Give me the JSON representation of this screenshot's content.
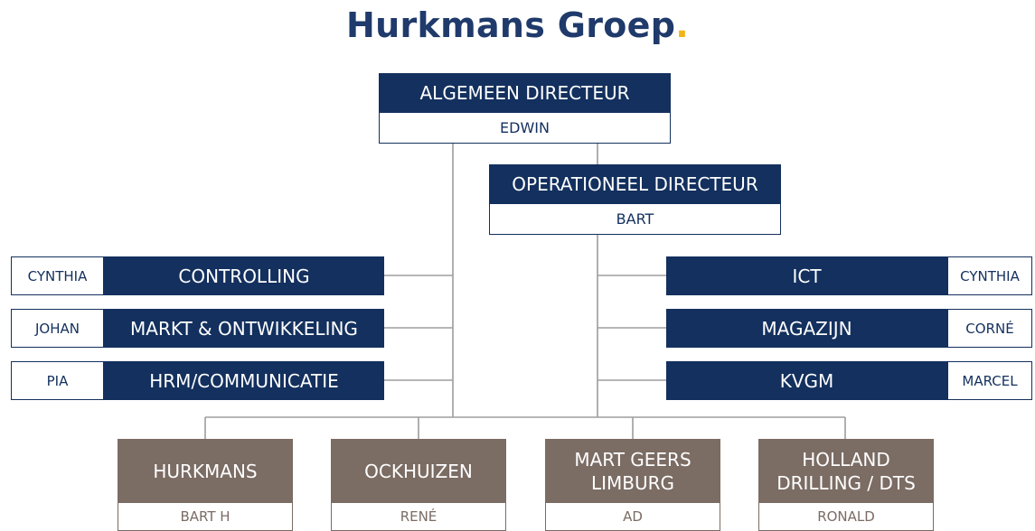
{
  "brand": {
    "name": "Hurkmans Groep",
    "dot": ".",
    "accent_color": "#f2b418",
    "primary_color": "#13305e"
  },
  "top": {
    "role": "ALGEMEEN DIRECTEUR",
    "person": "EDWIN"
  },
  "operational": {
    "role": "OPERATIONEEL DIRECTEUR",
    "person": "BART"
  },
  "left_departments": [
    {
      "name": "CONTROLLING",
      "person": "CYNTHIA"
    },
    {
      "name": "MARKT & ONTWIKKELING",
      "person": "JOHAN"
    },
    {
      "name": "HRM/COMMUNICATIE",
      "person": "PIA"
    }
  ],
  "right_departments": [
    {
      "name": "ICT",
      "person": "CYNTHIA"
    },
    {
      "name": "MAGAZIJN",
      "person": "CORNÉ"
    },
    {
      "name": "KVGM",
      "person": "MARCEL"
    }
  ],
  "companies": [
    {
      "name": "HURKMANS",
      "person": "BART H"
    },
    {
      "name": "OCKHUIZEN",
      "person": "RENÉ"
    },
    {
      "name": "MART GEERS\nLIMBURG",
      "person": "AD"
    },
    {
      "name": "HOLLAND\nDRILLING / DTS",
      "person": "RONALD"
    }
  ],
  "colors": {
    "navy": "#13305e",
    "taupe": "#7b6c64",
    "connector": "#9d9d9d"
  }
}
